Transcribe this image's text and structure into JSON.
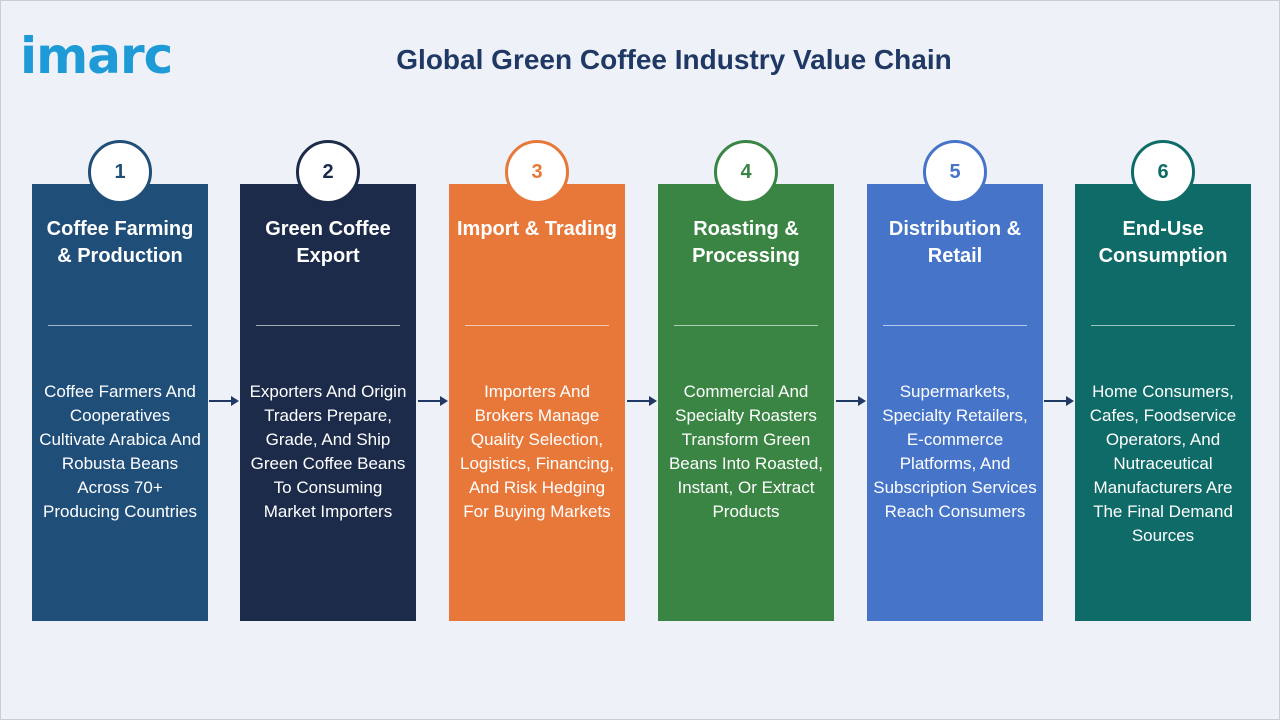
{
  "logo": {
    "text": "imarc"
  },
  "title": "Global Green Coffee Industry Value Chain",
  "colors": {
    "background": "#eef2f8",
    "title": "#203864",
    "logo": "#1e9ad6",
    "arrow": "#203864"
  },
  "stages": [
    {
      "number": "1",
      "title": "Coffee Farming & Production",
      "description": "Coffee Farmers And Cooperatives Cultivate Arabica And Robusta Beans Across 70+ Producing Countries",
      "color": "#1f4e79"
    },
    {
      "number": "2",
      "title": "Green Coffee Export",
      "description": "Exporters And Origin Traders Prepare, Grade, And Ship Green Coffee Beans To Consuming Market Importers",
      "color": "#1c2b4a"
    },
    {
      "number": "3",
      "title": "Import & Trading",
      "description": "Importers And Brokers Manage Quality Selection, Logistics, Financing, And Risk Hedging For Buying Markets",
      "color": "#e8783a"
    },
    {
      "number": "4",
      "title": "Roasting & Processing",
      "description": "Commercial And Specialty Roasters Transform Green Beans Into Roasted, Instant, Or Extract Products",
      "color": "#3a8543"
    },
    {
      "number": "5",
      "title": "Distribution & Retail",
      "description": "Supermarkets, Specialty Retailers, E-commerce Platforms, And Subscription Services Reach Consumers",
      "color": "#4574c8"
    },
    {
      "number": "6",
      "title": "End-Use Consumption",
      "description": "Home Consumers, Cafes, Foodservice Operators, And Nutraceutical Manufacturers Are The Final Demand Sources",
      "color": "#0e6b68"
    }
  ]
}
